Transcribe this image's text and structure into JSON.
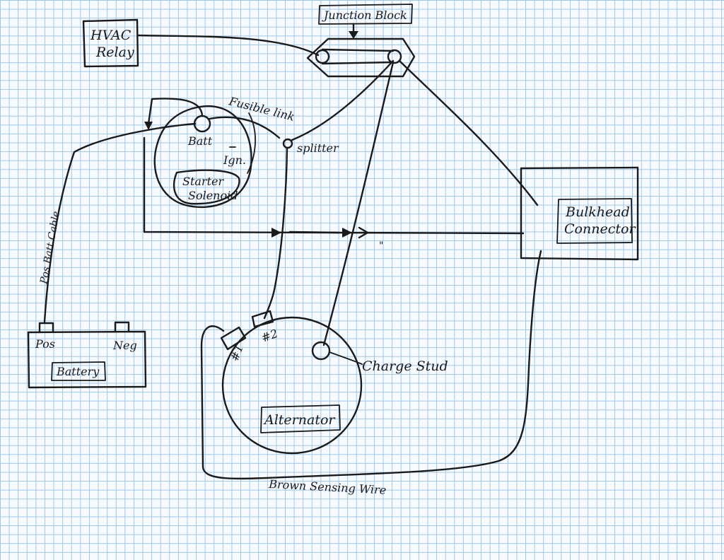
{
  "labels": {
    "junction_block": "Junction Block",
    "hvac_line1": "HVAC",
    "hvac_line2": "Relay",
    "fusible_link": "Fusible link",
    "batt_terminal": "Batt",
    "ign_terminal": "Ign.",
    "starter_line1": "Starter",
    "starter_line2": "Solenoid",
    "splitter": "splitter",
    "bulkhead_line1": "Bulkhead",
    "bulkhead_line2": "Connector",
    "pos_batt_cable": "Pos Batt Cable",
    "pos": "Pos",
    "neg": "Neg",
    "battery": "Battery",
    "terminal_1": "#1",
    "terminal_2": "#2",
    "charge_stud": "Charge Stud",
    "alternator": "Alternator",
    "brown_sensing_wire": "Brown Sensing Wire",
    "ditto_mark": "\""
  },
  "colors": {
    "ink": "#1a1a1a",
    "grid": "#9cc6ea",
    "paper": "#f7fbff"
  }
}
